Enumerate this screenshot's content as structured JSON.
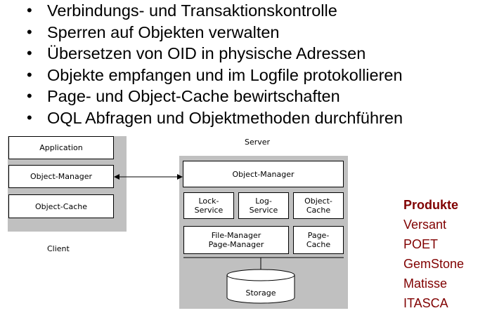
{
  "bullets": [
    "Verbindungs- und Transaktionskontrolle",
    "Sperren auf Objekten verwalten",
    "Übersetzen von OID in physische Adressen",
    "Objekte empfangen und im Logfile protokollieren",
    "Page- und Object-Cache bewirtschaften",
    "OQL Abfragen und Objektmethoden durchführen"
  ],
  "client": {
    "caption": "Client",
    "application": "Application",
    "object_manager": "Object-Manager",
    "object_cache": "Object-Cache"
  },
  "server": {
    "caption": "Server",
    "object_manager": "Object-Manager",
    "lock_service": "Lock-\nService",
    "log_service": "Log-\nService",
    "object_cache": "Object-\nCache",
    "file_page_manager": "File-Manager\nPage-Manager",
    "page_cache": "Page-\nCache",
    "storage": "Storage"
  },
  "products": {
    "heading": "Produkte",
    "items": [
      "Versant",
      "POET",
      "GemStone",
      "Matisse",
      "ITASCA"
    ]
  },
  "colors": {
    "panel": "#c0c0c0",
    "products": "#800000"
  }
}
